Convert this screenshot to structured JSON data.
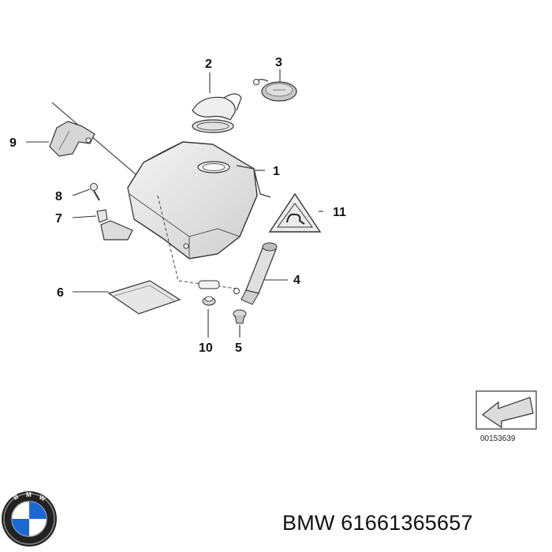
{
  "callouts": {
    "c1": "1",
    "c2": "2",
    "c3": "3",
    "c4": "4",
    "c5": "5",
    "c6": "6",
    "c7": "7",
    "c8": "8",
    "c9": "9",
    "c10": "10",
    "c11": "11"
  },
  "diagram_ref": "00153639",
  "caption": {
    "brand": "BMW",
    "part_number": "61661365657"
  },
  "logo": {
    "text": "BMW",
    "colors": {
      "blue": "#1c69d4",
      "white": "#ffffff",
      "ring": "#111111"
    }
  }
}
